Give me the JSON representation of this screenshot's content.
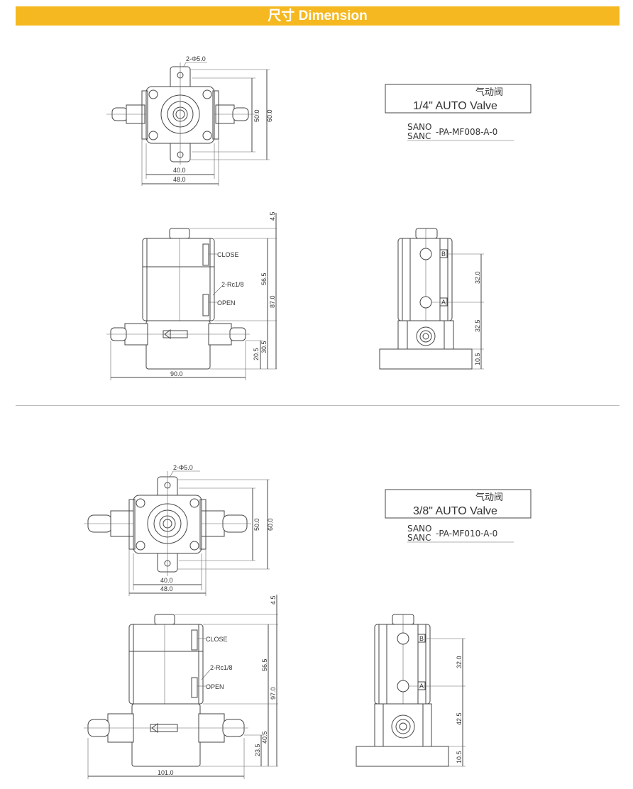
{
  "header": {
    "title": "尺寸 Dimension"
  },
  "section1": {
    "title_cn": "气动阀",
    "title_en": "1/4\" AUTO Valve",
    "model_prefix_top": "SANO",
    "model_prefix_bottom": "SANC",
    "model_suffix": "-PA-MF008-A-0",
    "top": {
      "hole": "2-Φ5.0",
      "dim_h1": "50.0",
      "dim_h2": "60.0",
      "dim_w1": "40.0",
      "dim_w2": "48.0"
    },
    "front": {
      "close": "CLOSE",
      "port": "2-Rc1/8",
      "open": "OPEN",
      "dim_top": "4.5",
      "dim_upper": "56.5",
      "dim_total": "87.0",
      "dim_lower": "30.5",
      "dim_base": "20.5",
      "dim_width": "90.0"
    },
    "side": {
      "port_b": "B",
      "port_a": "A",
      "dim_1": "32.0",
      "dim_2": "32.5",
      "dim_3": "10.5"
    }
  },
  "section2": {
    "title_cn": "气动阀",
    "title_en": "3/8\" AUTO Valve",
    "model_prefix_top": "SANO",
    "model_prefix_bottom": "SANC",
    "model_suffix": "-PA-MF010-A-0",
    "top": {
      "hole": "2-Φ5.0",
      "dim_h1": "50.0",
      "dim_h2": "60.0",
      "dim_w1": "40.0",
      "dim_w2": "48.0"
    },
    "front": {
      "close": "CLOSE",
      "port": "2-Rc1/8",
      "open": "OPEN",
      "dim_top": "4.5",
      "dim_upper": "56.5",
      "dim_total": "97.0",
      "dim_lower": "40.5",
      "dim_base": "23.5",
      "dim_width": "101.0"
    },
    "side": {
      "port_b": "B",
      "port_a": "A",
      "dim_1": "32.0",
      "dim_2": "42.5",
      "dim_3": "10.5"
    }
  }
}
